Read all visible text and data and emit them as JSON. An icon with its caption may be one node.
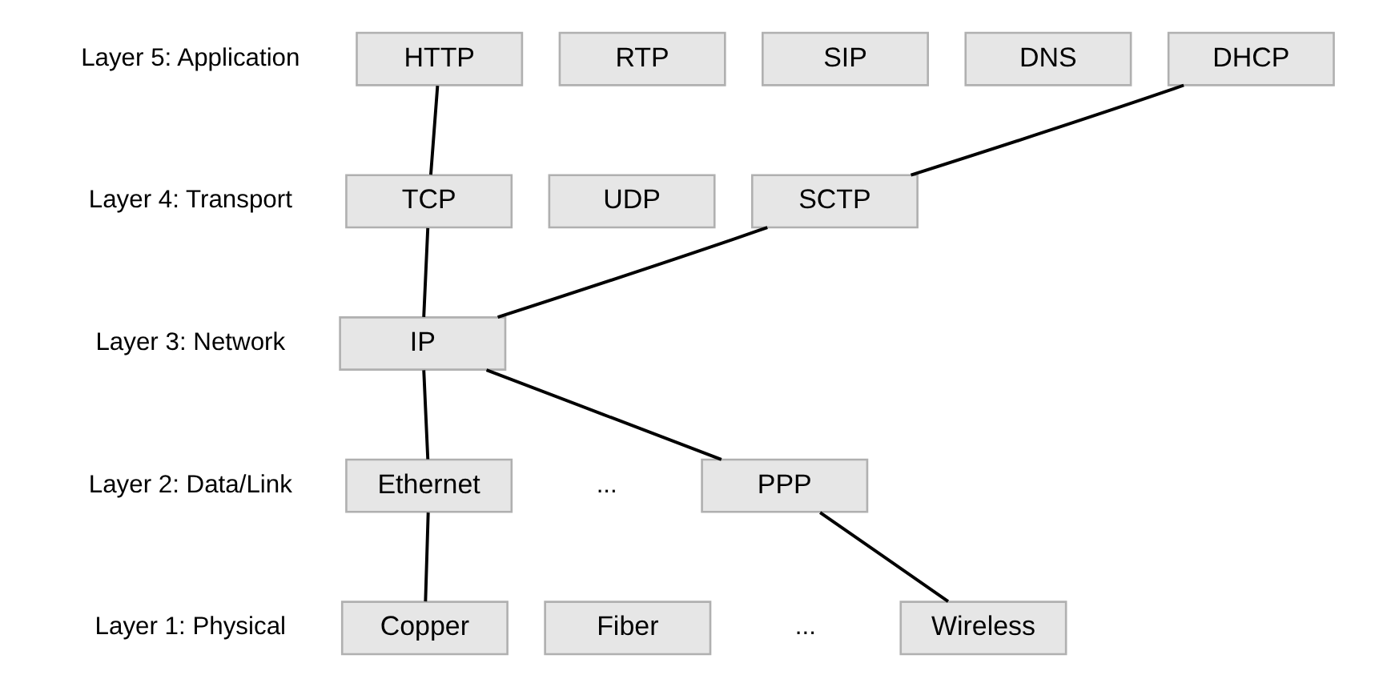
{
  "diagram": {
    "nodes": [
      {
        "text": [
          "HTTP"
        ]
      },
      {
        "text": [
          "RTP"
        ]
      },
      {
        "text": [
          "SIP"
        ]
      },
      {
        "text": [
          "DNS"
        ]
      },
      {
        "text": [
          "DHCP"
        ]
      },
      {
        "text": [
          "TCP"
        ]
      },
      {
        "text": [
          "UDP"
        ]
      },
      {
        "text": [
          "SCTP"
        ]
      },
      {
        "text": [
          "IP"
        ]
      },
      {
        "text": [
          "Ethernet"
        ]
      },
      {
        "text": [
          "PPP"
        ]
      },
      {
        "text": [
          "Copper"
        ]
      },
      {
        "text": [
          "Fiber"
        ]
      },
      {
        "text": [
          "Wireless"
        ]
      }
    ],
    "edges": [
      {
        "from": 0,
        "to": 5,
        "arrow": "none"
      },
      {
        "from": 4,
        "to": 7,
        "arrow": "none"
      },
      {
        "from": 5,
        "to": 8,
        "arrow": "none"
      },
      {
        "from": 7,
        "to": 8,
        "arrow": "none"
      },
      {
        "from": 8,
        "to": 9,
        "arrow": "none"
      },
      {
        "from": 8,
        "to": 10,
        "arrow": "none"
      },
      {
        "from": 9,
        "to": 11,
        "arrow": "none"
      },
      {
        "from": 10,
        "to": 13,
        "arrow": "none"
      }
    ],
    "labels": [
      "Layer 5: Application",
      "Layer 4: Transport",
      "Layer 3: Network",
      "Layer 2: Data/Link",
      "...",
      "Layer 1: Physical",
      "..."
    ]
  }
}
